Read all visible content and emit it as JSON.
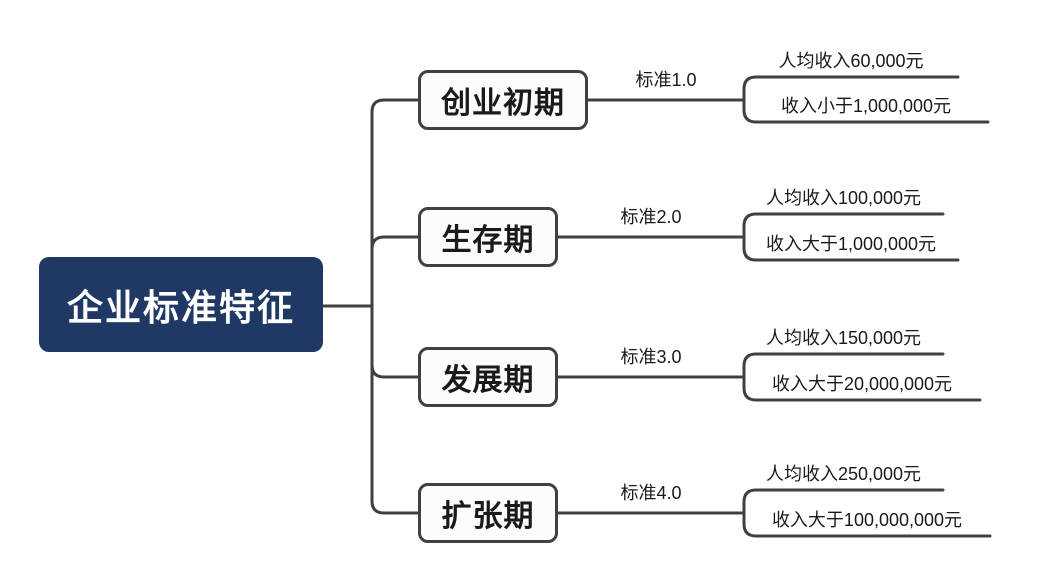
{
  "theme": {
    "canvas-bg": "#FFFFFF",
    "root-bg": "#1F3864",
    "root-text": "#FFFFFF",
    "node-bg": "#FCFCFC",
    "node-border": "#404040",
    "line": "#404040",
    "text": "#1A1A1A"
  },
  "root": {
    "label": "企业标准特征"
  },
  "branches": [
    {
      "label": "创业初期",
      "standard": "标准1.0",
      "leaves": [
        "人均收入60,000元",
        "收入小于1,000,000元"
      ]
    },
    {
      "label": "生存期",
      "standard": "标准2.0",
      "leaves": [
        "人均收入100,000元",
        "收入大于1,000,000元"
      ]
    },
    {
      "label": "发展期",
      "standard": "标准3.0",
      "leaves": [
        "人均收入150,000元",
        "收入大于20,000,000元"
      ]
    },
    {
      "label": "扩张期",
      "standard": "标准4.0",
      "leaves": [
        "人均收入250,000元",
        "收入大于100,000,000元"
      ]
    }
  ]
}
